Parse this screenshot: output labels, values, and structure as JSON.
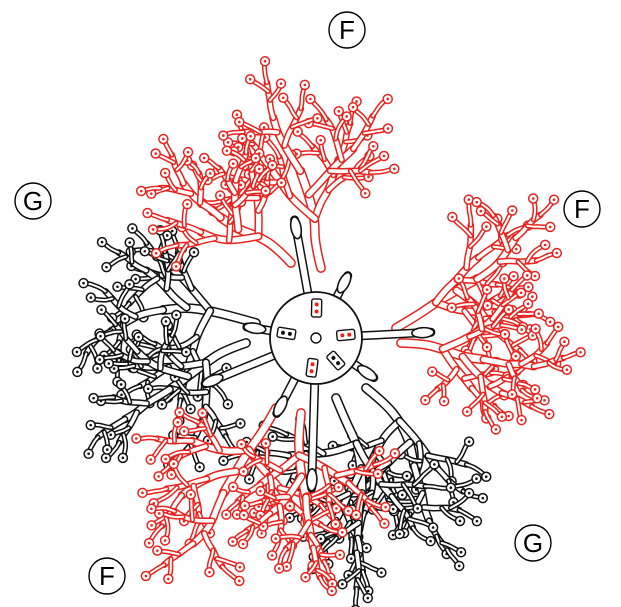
{
  "diagram": {
    "labels": [
      {
        "id": "top",
        "text": "F",
        "group": "F"
      },
      {
        "id": "right",
        "text": "F",
        "group": "F"
      },
      {
        "id": "bottom-left",
        "text": "F",
        "group": "F"
      },
      {
        "id": "top-left",
        "text": "G",
        "group": "G"
      },
      {
        "id": "bottom-right",
        "text": "G",
        "group": "G"
      }
    ],
    "colors": {
      "F": "#e8231f",
      "G": "#111111",
      "hub": "#111111",
      "bolt_red": "#e8231f"
    }
  }
}
